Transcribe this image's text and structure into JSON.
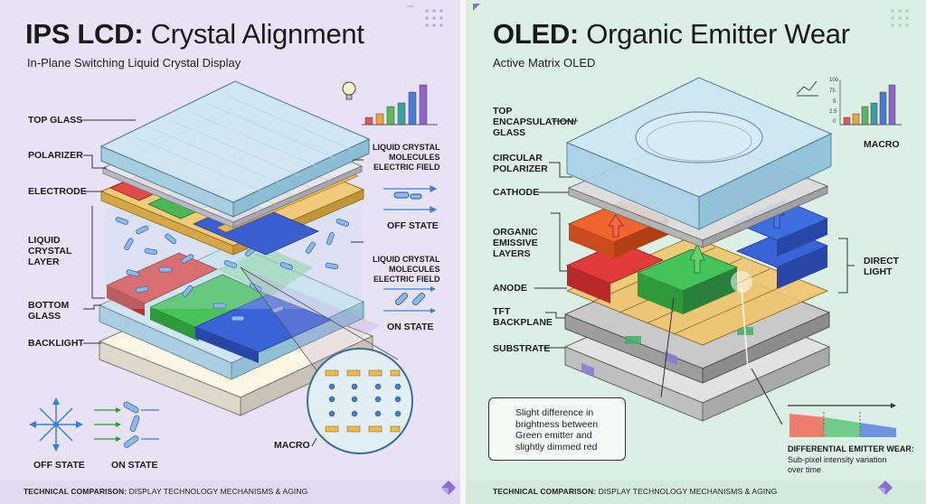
{
  "left": {
    "title_bold": "IPS LCD:",
    "title_rest": "Crystal Alignment",
    "subtitle": "In-Plane Switching Liquid Crystal Display",
    "labels": {
      "top_glass": "TOP GLASS",
      "polarizer": "POLARIZER",
      "electrode": "ELECTRODE",
      "lc_layer": "LIQUID\nCRYSTAL\nLAYER",
      "bottom_glass": "BOTTOM\nGLASS",
      "backlight": "BACKLIGHT",
      "lc_field_1": "LIQUID CRYSTAL\nMOLECULES\nELECTRIC FIELD",
      "off_state_right": "OFF STATE",
      "lc_field_2": "LIQUID CRYSTAL\nMOLECULES\nELECTRIC FIELD",
      "on_state_right": "ON STATE",
      "macro": "MACRO",
      "off_state_bottom": "OFF STATE",
      "on_state_bottom": "ON STATE"
    },
    "footer_bold": "TECHNICAL COMPARISON:",
    "footer_rest": "DISPLAY TECHNOLOGY MECHANISMS & AGING",
    "bar_chart": {
      "values": [
        2,
        3,
        5,
        6,
        9,
        11
      ],
      "colors": [
        "#e05656",
        "#f0a03c",
        "#59b85a",
        "#3aa0a0",
        "#4a78d8",
        "#8d62c9"
      ]
    }
  },
  "right": {
    "title_bold": "OLED:",
    "title_rest": "Organic Emitter Wear",
    "subtitle": "Active Matrix OLED",
    "labels": {
      "top_encap": "TOP\nENCAPSULATION/\nGLASS",
      "circular_polarizer": "CIRCULAR\nPOLARIZER",
      "cathode": "CATHODE",
      "organic_layers": "ORGANIC\nEMISSIVE\nLAYERS",
      "anode": "ANODE",
      "tft": "TFT\nBACKPLANE",
      "substrate": "SUBSTRATE",
      "direct_light": "DIRECT\nLIGHT",
      "macro": "MACRO"
    },
    "note": "Slight difference in\nbrightness between\nGreen emitter and\nslightly dimmed red",
    "diff_title": "DIFFERENTIAL EMITTER WEAR:",
    "diff_sub": "Sub-pixel intensity variation\nover time",
    "footer_bold": "TECHNICAL COMPARISON:",
    "footer_rest": "DISPLAY TECHNOLOGY MECHANISMS & AGING",
    "bar_chart": {
      "ticks": [
        "100",
        "75",
        "5",
        "2.5",
        "0"
      ],
      "values": [
        2,
        3,
        5,
        6,
        9,
        11
      ],
      "colors": [
        "#e05656",
        "#f0a03c",
        "#59b85a",
        "#3aa0a0",
        "#4a78d8",
        "#8d62c9"
      ]
    }
  }
}
